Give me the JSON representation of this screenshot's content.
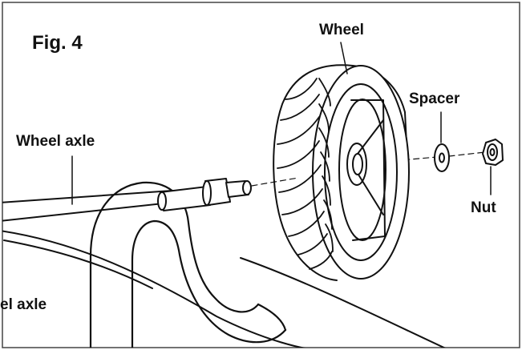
{
  "figure": {
    "number_label": "Fig. 4"
  },
  "labels": {
    "wheel": "Wheel",
    "spacer": "Spacer",
    "wheel_axle": "Wheel axle",
    "nut": "Nut",
    "wheel_axle_cropped": "el axle"
  },
  "colors": {
    "stroke": "#111111",
    "background": "#ffffff",
    "frame": "#444444"
  }
}
